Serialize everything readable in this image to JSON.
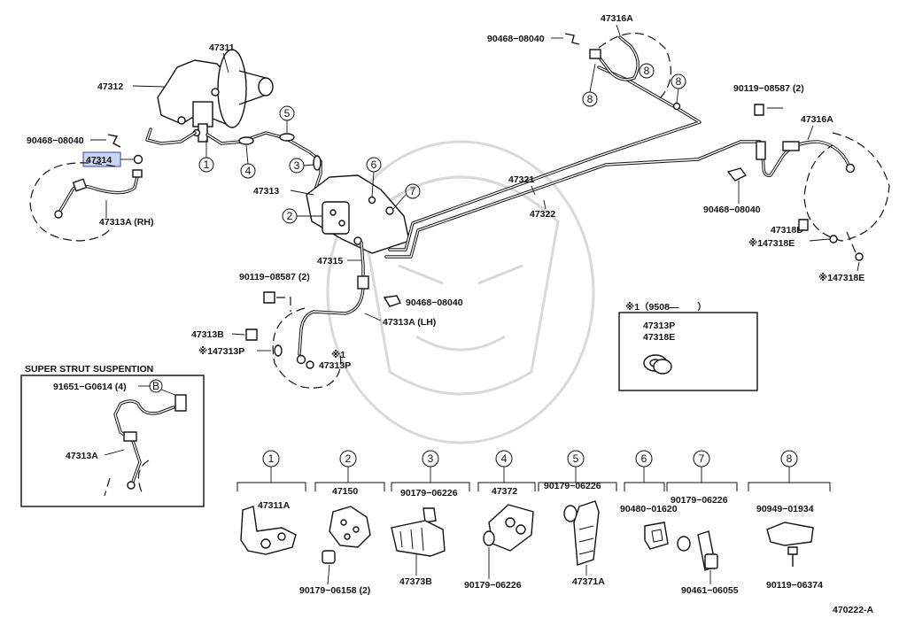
{
  "diagram": {
    "ref_code": "470222-A",
    "highlighted_part": "47314",
    "inset_title": "SUPER STRUT SUSPENTION",
    "note_box": {
      "line1": "※1（9508—　　）",
      "line2": "47313P",
      "line3": "47318E"
    },
    "callouts": [
      "1",
      "2",
      "3",
      "4",
      "5",
      "6",
      "7",
      "8",
      "B"
    ],
    "labels": {
      "p47311": "47311",
      "p47312": "47312",
      "p90468_a": "90468−08040",
      "p47314": "47314",
      "p47313a_rh": "47313A (RH)",
      "p47313": "47313",
      "p47321": "47321",
      "p47322": "47322",
      "p90468_top": "90468−08040",
      "p47316a_top": "47316A",
      "p90119_right": "90119−08587 (2)",
      "p47316a_right": "47316A",
      "p90468_right": "90468−08040",
      "p47318d": "47318D",
      "p147318e_1": "※147318E",
      "p147318e_2": "※147318E",
      "p47315": "47315",
      "p90119_mid": "90119−08587 (2)",
      "p90468_mid": "90468−08040",
      "p47313a_lh": "47313A (LH)",
      "p47313b": "47313B",
      "p147313p": "※147313P",
      "p47313p_a": "※1",
      "p47313p_b": "47313P",
      "inset_91651": "91651−G0614 (4)",
      "inset_47313a": "47313A"
    },
    "legend": {
      "g1_a": "47311A",
      "g2_a": "47150",
      "g2_b": "90179−06158 (2)",
      "g3_a": "90179−06226",
      "g3_b": "47373B",
      "g4_a": "47372",
      "g4_b": "90179−06226",
      "g5_a": "90179−06226",
      "g5_b": "47371A",
      "g6_a": "90480−01620",
      "g7_a": "90179−06226",
      "g7_b": "90461−06055",
      "g8_a": "90949−01934",
      "g8_b": "90119−06374"
    }
  }
}
